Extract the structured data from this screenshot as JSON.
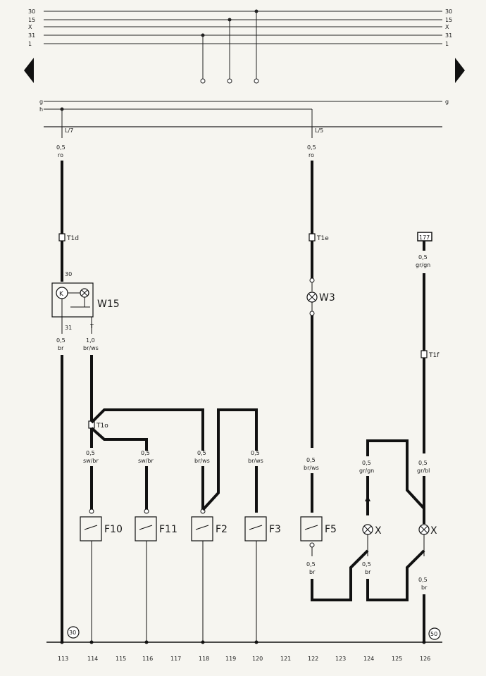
{
  "bus": {
    "left": [
      "30",
      "15",
      "X",
      "31",
      "1"
    ],
    "right": [
      "30",
      "15",
      "X",
      "31",
      "1"
    ],
    "g_left": "g",
    "g_right": "g",
    "h_left": "h"
  },
  "connectors": {
    "left": "L/7",
    "right": "L/5"
  },
  "wires": {
    "w1": {
      "size": "0,5",
      "color": "ro"
    },
    "w2": {
      "size": "0,5",
      "color": "ro"
    },
    "w3": {
      "size": "0,5",
      "color": "br"
    },
    "w4": {
      "size": "1,0",
      "color": "br/ws"
    },
    "w5": {
      "size": "0,5",
      "color": "sw/br"
    },
    "w6": {
      "size": "0,5",
      "color": "sw/br"
    },
    "w7": {
      "size": "0,5",
      "color": "br/ws"
    },
    "w8": {
      "size": "0,5",
      "color": "br/ws"
    },
    "w9": {
      "size": "0,5",
      "color": "br/ws"
    },
    "w10": {
      "size": "0,5",
      "color": "gr/gn"
    },
    "w11": {
      "size": "0,5",
      "color": "gr/bl"
    },
    "w12": {
      "size": "0,5",
      "color": "br"
    },
    "w13": {
      "size": "0,5",
      "color": "br"
    },
    "w14": {
      "size": "0,5",
      "color": "br"
    },
    "w15": {
      "size": "0,5",
      "color": "gr/gn"
    }
  },
  "components": {
    "t1d": "T1d",
    "t1e": "T1e",
    "t1f": "T1f",
    "t1o": "T1o",
    "w15": "W15",
    "w3": "W3",
    "f10": "F10",
    "f11": "F11",
    "f2": "F2",
    "f3": "F3",
    "f5": "F5",
    "x1": "X",
    "x2": "X",
    "box177": "177",
    "pin30": "30",
    "pin31": "31",
    "pinT": "T",
    "k": "K",
    "ground_left": "30",
    "ground_right": "50"
  },
  "tracks": [
    "113",
    "114",
    "115",
    "116",
    "117",
    "118",
    "119",
    "120",
    "121",
    "122",
    "123",
    "124",
    "125",
    "126"
  ]
}
